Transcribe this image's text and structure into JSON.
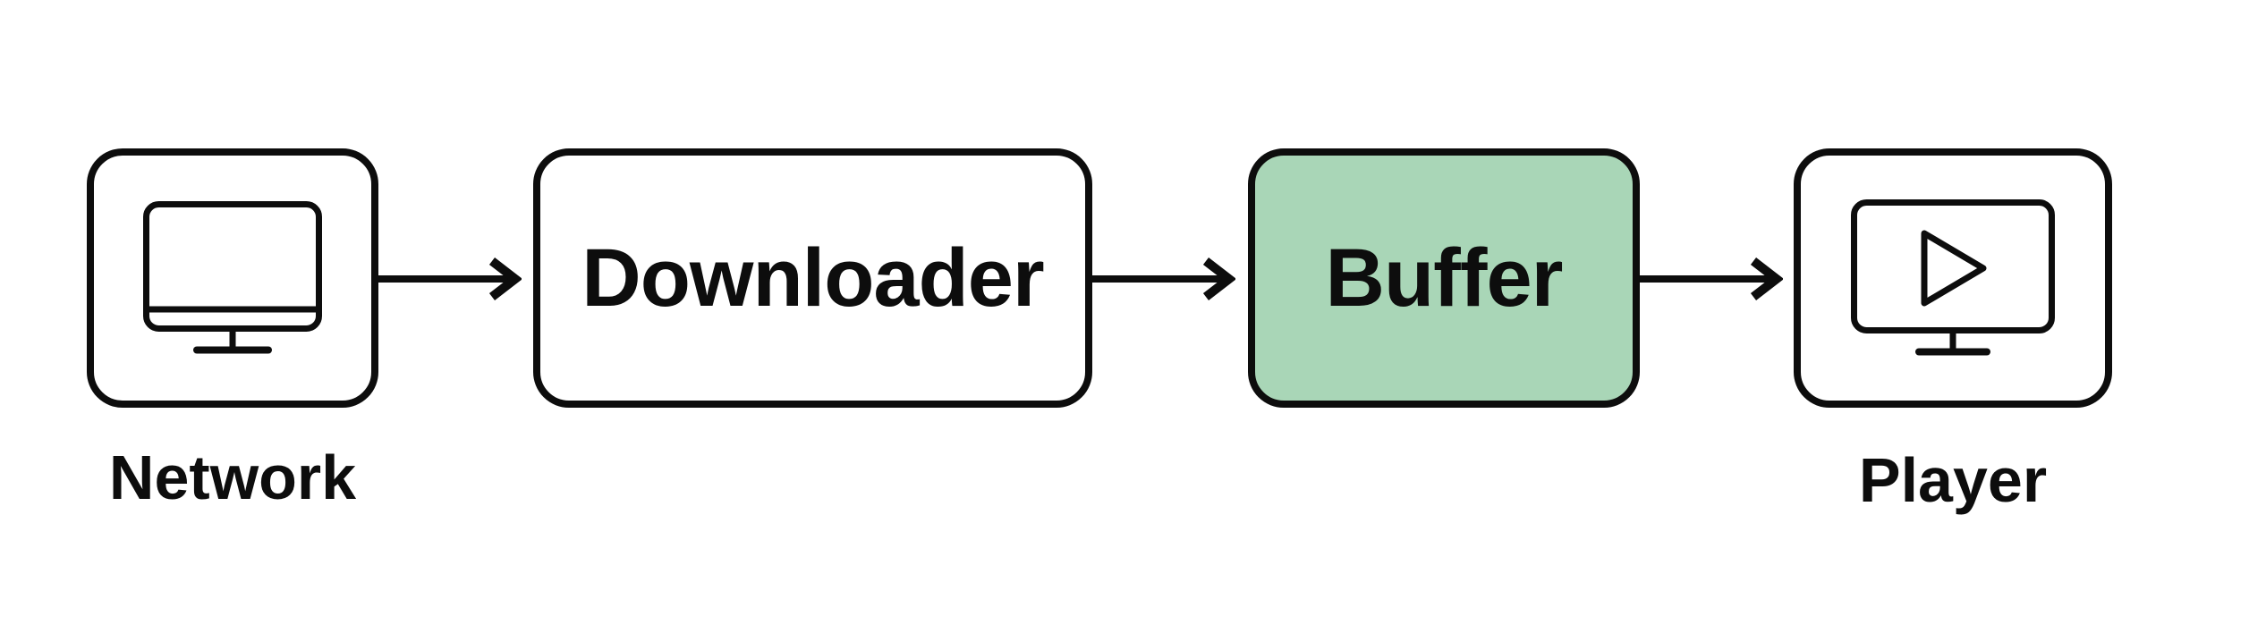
{
  "diagram": {
    "background_color": "#ffffff",
    "stroke_color": "#0d0d0d",
    "nodes": {
      "network": {
        "label": "Network",
        "icon": "desktop-monitor-icon",
        "fill": "#ffffff"
      },
      "downloader": {
        "label": "Downloader",
        "fill": "#ffffff"
      },
      "buffer": {
        "label": "Buffer",
        "fill": "#a9d6b7"
      },
      "player": {
        "label": "Player",
        "icon": "monitor-play-icon",
        "fill": "#ffffff"
      }
    },
    "edges": [
      {
        "from": "Network",
        "to": "Downloader"
      },
      {
        "from": "Downloader",
        "to": "Buffer"
      },
      {
        "from": "Buffer",
        "to": "Player"
      }
    ]
  }
}
